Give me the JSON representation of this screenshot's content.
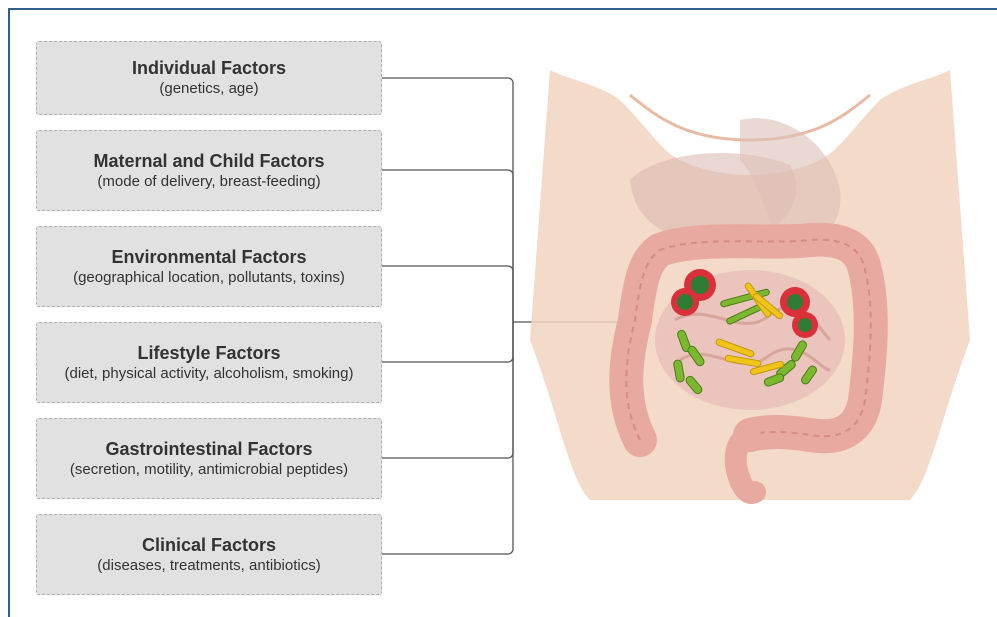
{
  "factors": [
    {
      "title": "Individual Factors",
      "subtitle": "(genetics, age)"
    },
    {
      "title": "Maternal and Child Factors",
      "subtitle": "(mode of delivery, breast-feeding)"
    },
    {
      "title": "Environmental Factors",
      "subtitle": "(geographical location, pollutants, toxins)"
    },
    {
      "title": "Lifestyle Factors",
      "subtitle": "(diet, physical activity, alcoholism, smoking)"
    },
    {
      "title": "Gastrointestinal Factors",
      "subtitle": "(secretion, motility, antimicrobial peptides)"
    },
    {
      "title": "Clinical Factors",
      "subtitle": "(diseases, treatments, antibiotics)"
    }
  ],
  "colors": {
    "frame": "#2f5f8a",
    "box_fill": "#e1e1e1",
    "connector": "#555555",
    "skin": "#f2d3c0",
    "intestine": "#e8a9a0",
    "bacteria_green": "#7cb82f",
    "bacteria_yellow": "#f0c419",
    "bacteria_red": "#d9303a"
  }
}
